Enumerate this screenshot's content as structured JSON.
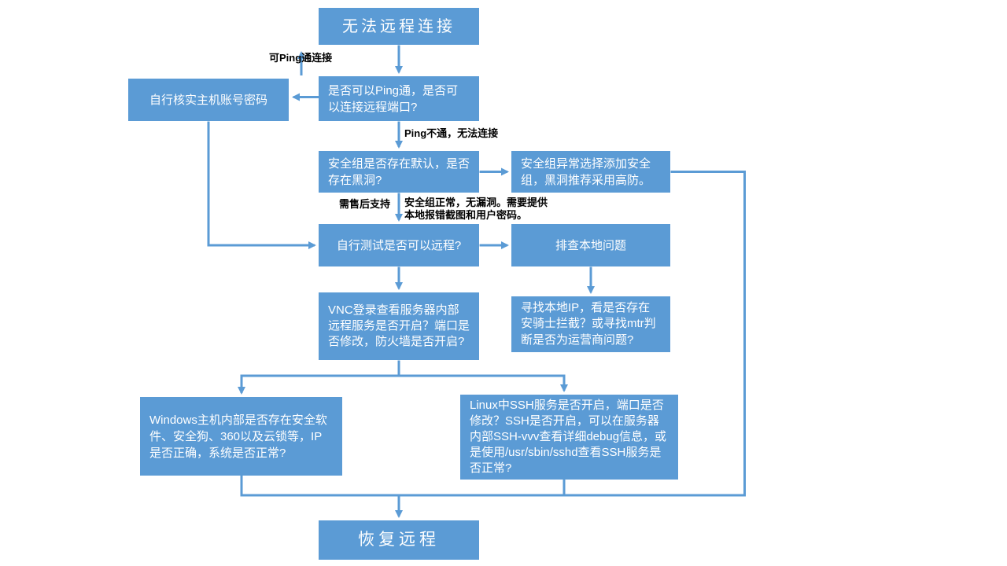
{
  "colors": {
    "node_fill": "#5b9bd5",
    "node_text": "#ffffff",
    "edge": "#5b9bd5",
    "label_text": "#000000",
    "background": "#ffffff"
  },
  "nodes": {
    "start": {
      "label": "无法远程连接"
    },
    "ping_check": {
      "label": "是否可以Ping通，是否可以连接远程端口?"
    },
    "verify_account": {
      "label": "自行核实主机账号密码"
    },
    "security_group": {
      "label": "安全组是否存在默认，是否存在黑洞?"
    },
    "sg_abnormal": {
      "label": "安全组异常选择添加安全组，黑洞推荐采用高防。"
    },
    "self_test": {
      "label": "自行测试是否可以远程?"
    },
    "local_issue": {
      "label": "排查本地问题"
    },
    "local_ip": {
      "label": "寻找本地IP，看是否存在安骑士拦截？或寻找mtr判断是否为运营商问题?"
    },
    "vnc": {
      "label": "VNC登录查看服务器内部远程服务是否开启？端口是否修改，防火墙是否开启?"
    },
    "windows": {
      "label": "Windows主机内部是否存在安全软件、安全狗、360以及云锁等，IP是否正确，系统是否正常?"
    },
    "linux": {
      "label": "Linux中SSH服务是否开启，端口是否修改？SSH是否开启，可以在服务器内部SSH-vvv查看详细debug信息，或是使用/usr/sbin/sshd查看SSH服务是否正常?"
    },
    "recover": {
      "label": "恢复远程"
    }
  },
  "edge_labels": {
    "ping_ok": "可Ping通连接",
    "ping_fail": "Ping不通，无法连接",
    "after_sales": "需售后支持",
    "sg_normal": "安全组正常，无漏洞。需要提供本地报错截图和用户密码。"
  }
}
